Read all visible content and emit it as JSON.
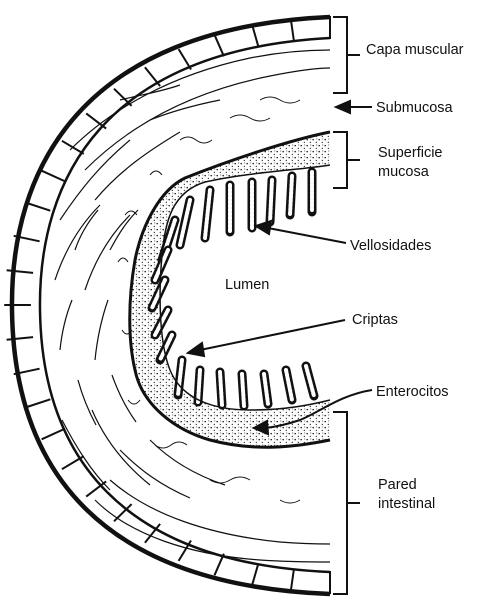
{
  "labels": {
    "muscular": "Capa muscular",
    "submucosa": "Submucosa",
    "superficie_line1": "Superficie",
    "superficie_line2": "mucosa",
    "vellosidades": "Vellosidades",
    "lumen": "Lumen",
    "criptas": "Criptas",
    "enterocitos": "Enterocitos",
    "pared_line1": "Pared",
    "pared_line2": "intestinal"
  },
  "colors": {
    "ink": "#111111",
    "paper": "#ffffff"
  }
}
